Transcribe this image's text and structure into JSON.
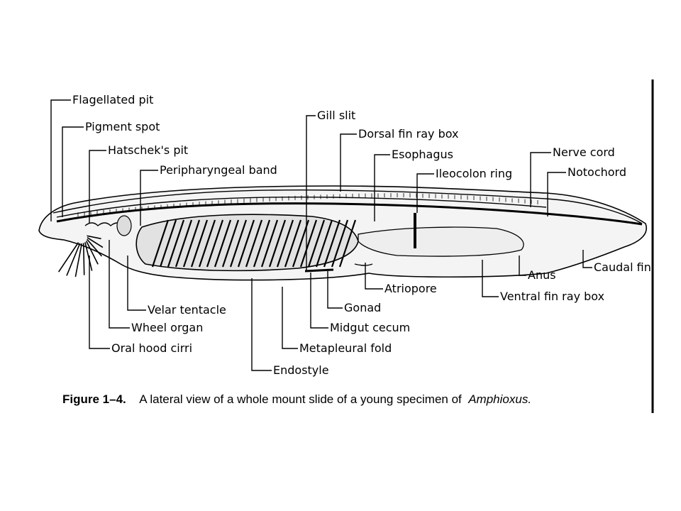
{
  "figure": {
    "labels": {
      "flagellated_pit": "Flagellated pit",
      "pigment_spot": "Pigment spot",
      "hatscheks_pit": "Hatschek's pit",
      "peripharyngeal_band": "Peripharyngeal band",
      "gill_slit": "Gill slit",
      "dorsal_fin_ray_box": "Dorsal fin ray box",
      "esophagus": "Esophagus",
      "ileocolon_ring": "Ileocolon ring",
      "nerve_cord": "Nerve cord",
      "notochord": "Notochord",
      "caudal_fin": "Caudal fin",
      "anus": "Anus",
      "atriopore": "Atriopore",
      "ventral_fin_ray_box": "Ventral fin ray box",
      "gonad": "Gonad",
      "velar_tentacle": "Velar tentacle",
      "wheel_organ": "Wheel organ",
      "midgut_cecum": "Midgut cecum",
      "oral_hood_cirri": "Oral hood cirri",
      "metapleural_fold": "Metapleural fold",
      "endostyle": "Endostyle"
    },
    "caption": {
      "number": "Figure 1–4.",
      "text": "A lateral view of a whole mount slide of a young specimen of",
      "species": "Amphioxus."
    }
  }
}
